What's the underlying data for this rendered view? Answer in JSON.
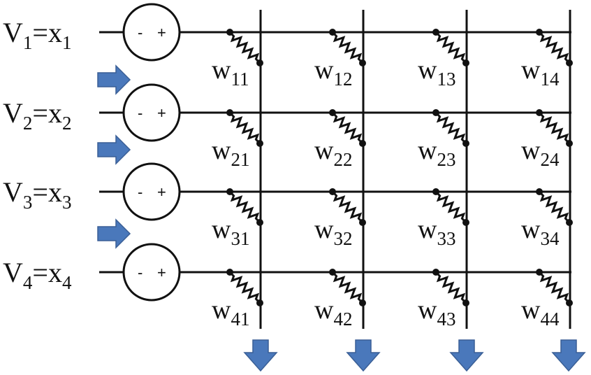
{
  "colors": {
    "line": "#111111",
    "arrow_fill": "#4a78bb",
    "arrow_stroke": "#3a5f96",
    "background": "#ffffff"
  },
  "inputs": [
    {
      "v": "V",
      "v_sub": "1",
      "eq": "=",
      "x": "x",
      "x_sub": "1",
      "minus": "-",
      "plus": "+"
    },
    {
      "v": "V",
      "v_sub": "2",
      "eq": "=",
      "x": "x",
      "x_sub": "2",
      "minus": "-",
      "plus": "+"
    },
    {
      "v": "V",
      "v_sub": "3",
      "eq": "=",
      "x": "x",
      "x_sub": "3",
      "minus": "-",
      "plus": "+"
    },
    {
      "v": "V",
      "v_sub": "4",
      "eq": "=",
      "x": "x",
      "x_sub": "4",
      "minus": "-",
      "plus": "+"
    }
  ],
  "weights": [
    [
      {
        "w": "w",
        "sub": "11"
      },
      {
        "w": "w",
        "sub": "12"
      },
      {
        "w": "w",
        "sub": "13"
      },
      {
        "w": "w",
        "sub": "14"
      }
    ],
    [
      {
        "w": "w",
        "sub": "21"
      },
      {
        "w": "w",
        "sub": "22"
      },
      {
        "w": "w",
        "sub": "23"
      },
      {
        "w": "w",
        "sub": "24"
      }
    ],
    [
      {
        "w": "w",
        "sub": "31"
      },
      {
        "w": "w",
        "sub": "32"
      },
      {
        "w": "w",
        "sub": "33"
      },
      {
        "w": "w",
        "sub": "34"
      }
    ],
    [
      {
        "w": "w",
        "sub": "41"
      },
      {
        "w": "w",
        "sub": "42"
      },
      {
        "w": "w",
        "sub": "43"
      },
      {
        "w": "w",
        "sub": "44"
      }
    ]
  ],
  "flow_arrows": {
    "right_count": 3,
    "down_count": 4,
    "right_icon": "right-arrow-icon",
    "down_icon": "down-arrow-icon"
  }
}
